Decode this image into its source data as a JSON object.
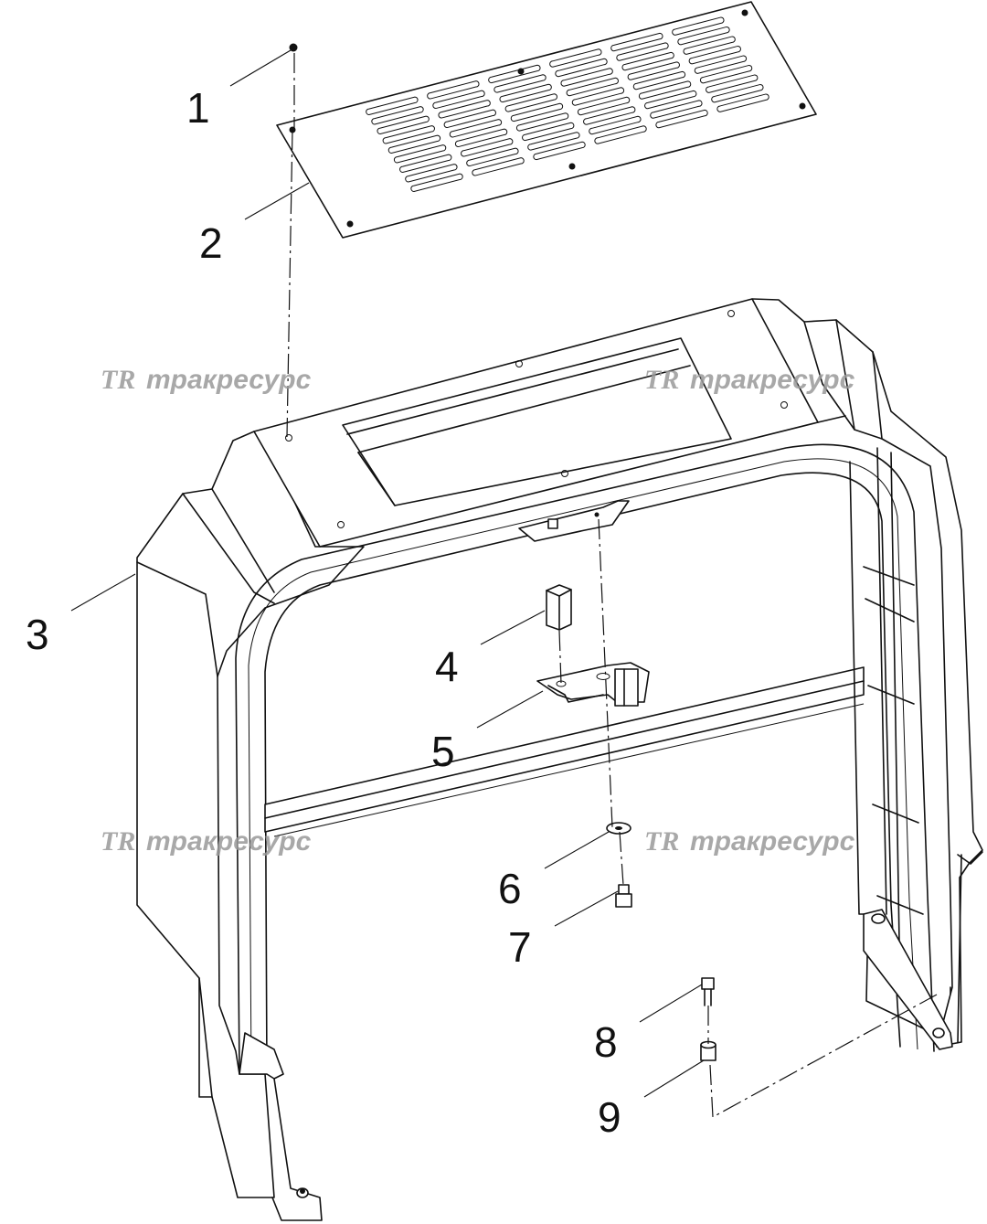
{
  "callouts": [
    {
      "id": "1",
      "label": "1"
    },
    {
      "id": "2",
      "label": "2"
    },
    {
      "id": "3",
      "label": "3"
    },
    {
      "id": "4",
      "label": "4"
    },
    {
      "id": "5",
      "label": "5"
    },
    {
      "id": "6",
      "label": "6"
    },
    {
      "id": "7",
      "label": "7"
    },
    {
      "id": "8",
      "label": "8"
    },
    {
      "id": "9",
      "label": "9"
    }
  ],
  "watermark": {
    "logo": "TR",
    "text": "тракресурс"
  }
}
